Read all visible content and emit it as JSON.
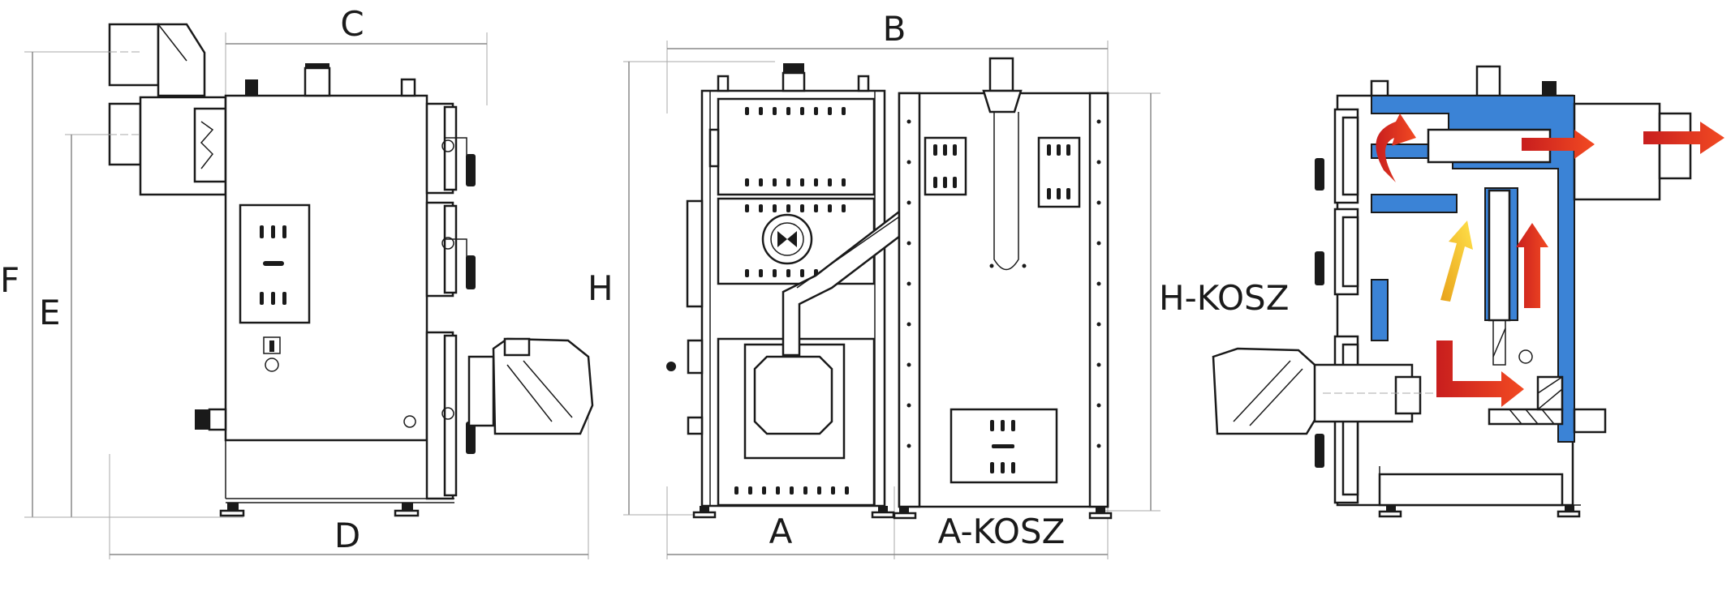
{
  "labels": {
    "C": "C",
    "B": "B",
    "F": "F",
    "E": "E",
    "H": "H",
    "D": "D",
    "A": "A",
    "A_KOSZ": "A-KOSZ",
    "H_KOSZ": "H-KOSZ"
  },
  "colors": {
    "water_jacket": "#3b83d6",
    "hot_arrow": "#e53920",
    "warm_arrow": "#f2c21a",
    "outline": "#1a1a1a",
    "dimension_line": "#888888"
  },
  "icons": {
    "flow_arrows": "arrow-icon",
    "handles": "door-handle-icon",
    "feet": "leveling-foot-icon"
  }
}
